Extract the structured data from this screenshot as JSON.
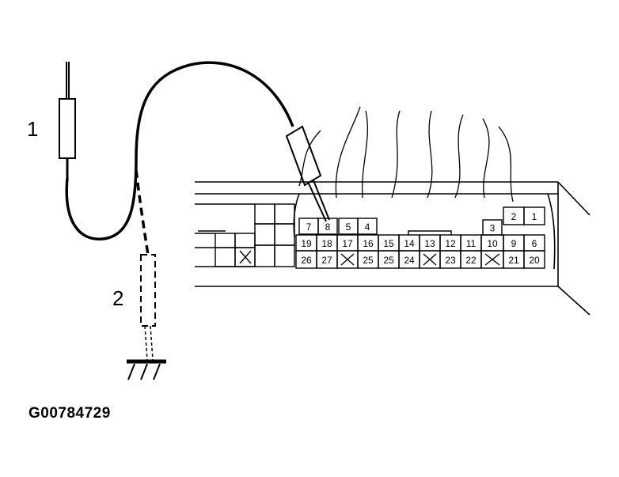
{
  "figure": {
    "id": "G00784729",
    "callouts": [
      "1",
      "2"
    ]
  },
  "connector": {
    "top_row": [
      "7",
      "8",
      "5",
      "4"
    ],
    "top_right_upper": [
      "2",
      "1"
    ],
    "top_right_mid": [
      "3"
    ],
    "middle_row": [
      "19",
      "18",
      "17",
      "16",
      "15",
      "14",
      "13",
      "12",
      "11",
      "10",
      "9",
      "6"
    ],
    "bottom_row": [
      "26",
      "27",
      "x",
      "25",
      "25",
      "24",
      "x",
      "23",
      "22",
      "x",
      "21",
      "20"
    ]
  },
  "colors": {
    "ink": "#000000",
    "paper": "#ffffff"
  }
}
